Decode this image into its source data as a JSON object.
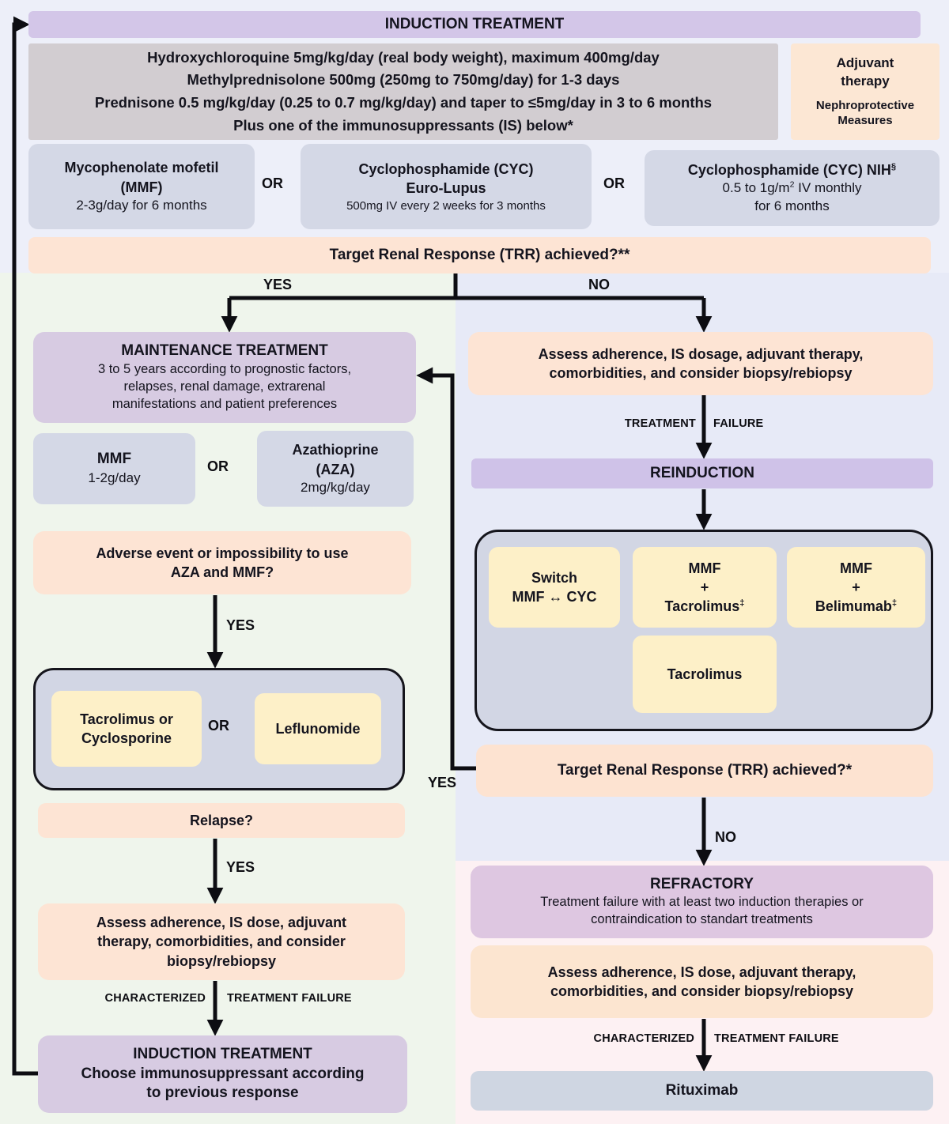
{
  "colors": {
    "bg_top": "#edeff9",
    "bg_left_yes": "#eff5ec",
    "bg_right_no": "#e7eaf7",
    "bg_refractory_area": "#fdf1f3",
    "purple_bar": "#d3c6e8",
    "gray_regimen": "#d2cdd1",
    "peach_box": "#fde4d4",
    "peach_adjuvant": "#fce7d4",
    "bluegray_box": "#d4d8e6",
    "yellow_box": "#fdf0c8",
    "purple_box": "#d7cbe2",
    "reinduction_bar": "#cfc2e8",
    "refractory_box": "#dec7e1",
    "rituximab_box": "#cfd6e2",
    "line": "#0d0d12"
  },
  "top": {
    "header": "INDUCTION TREATMENT",
    "regimen": [
      "Hydroxychloroquine 5mg/kg/day (real body weight), maximum 400mg/day",
      "Methylprednisolone 500mg (250mg to 750mg/day) for 1-3 days",
      "Prednisone 0.5 mg/kg/day (0.25 to 0.7 mg/kg/day) and taper to ≤5mg/day in 3 to 6 months",
      "Plus one of the immunosuppressants (IS) below*"
    ],
    "adjuvant_title": "Adjuvant therapy",
    "adjuvant_sub": "Nephroprotective Measures",
    "or": "OR",
    "opt_mmf": {
      "l1": "Mycophenolate mofetil",
      "l2": "(MMF)",
      "dose": "2-3g/day for 6 months"
    },
    "opt_cyc_euro": {
      "l1": "Cyclophosphamide (CYC)",
      "l2": "Euro-Lupus",
      "dose": "500mg IV every 2 weeks for 3 months"
    },
    "opt_cyc_nih": {
      "l1": "Cyclophosphamide (CYC) NIH",
      "l1_sup": "§",
      "dose_a": "0.5 to 1g/m",
      "dose_sup": "2",
      "dose_b": " IV monthly",
      "dose2": "for 6 months"
    }
  },
  "trr1": {
    "q": "Target Renal Response (TRR) achieved?**",
    "yes": "YES",
    "no": "NO"
  },
  "left": {
    "maintenance": {
      "title": "MAINTENANCE TREATMENT",
      "b1": "3 to 5 years according to prognostic factors,",
      "b2": "relapses, renal damage, extrarenal",
      "b3": "manifestations and patient preferences"
    },
    "mmf": {
      "l1": "MMF",
      "dose": "1-2g/day"
    },
    "or": "OR",
    "aza": {
      "l1": "Azathioprine",
      "l2": "(AZA)",
      "dose": "2mg/kg/day"
    },
    "adverse": {
      "l1": "Adverse event or impossibility to use",
      "l2": "AZA and MMF?"
    },
    "yes1": "YES",
    "alt": {
      "a1": "Tacrolimus or",
      "a2": "Cyclosporine",
      "or": "OR",
      "b1": "Leflunomide"
    },
    "relapse": "Relapse?",
    "yes2": "YES",
    "assess": {
      "l1": "Assess adherence, IS dose, adjuvant",
      "l2": "therapy, comorbidities, and consider",
      "l3": "biopsy/rebiopsy"
    },
    "characterized": "CHARACTERIZED",
    "failure": "TREATMENT FAILURE",
    "induction2": {
      "title": "INDUCTION TREATMENT",
      "b1": "Choose immunosuppressant according",
      "b2": "to previous response"
    }
  },
  "right": {
    "assess": {
      "l1": "Assess adherence, IS dosage, adjuvant therapy,",
      "l2": "comorbidities, and consider biopsy/rebiopsy"
    },
    "treatment": "TREATMENT",
    "failure": "FAILURE",
    "reinduction": "REINDUCTION",
    "switch": {
      "l1": "Switch",
      "l2": "MMF ↔ CYC"
    },
    "mmf_tac": {
      "l1": "MMF",
      "l2": "+",
      "l3": "Tacrolimus",
      "sup": "‡"
    },
    "mmf_bel": {
      "l1": "MMF",
      "l2": "+",
      "l3": "Belimumab",
      "sup": "‡"
    },
    "tac": "Tacrolimus",
    "trr2": {
      "q": "Target Renal Response (TRR) achieved?*",
      "yes": "YES",
      "no": "NO"
    },
    "refractory": {
      "title": "REFRACTORY",
      "b1": "Treatment failure with at least two induction therapies or",
      "b2": "contraindication to standart treatments"
    },
    "assess2": {
      "l1": "Assess adherence, IS dose, adjuvant therapy,",
      "l2": "comorbidities, and consider biopsy/rebiopsy"
    },
    "characterized": "CHARACTERIZED",
    "failure2": "TREATMENT FAILURE",
    "rituximab": "Rituximab"
  }
}
